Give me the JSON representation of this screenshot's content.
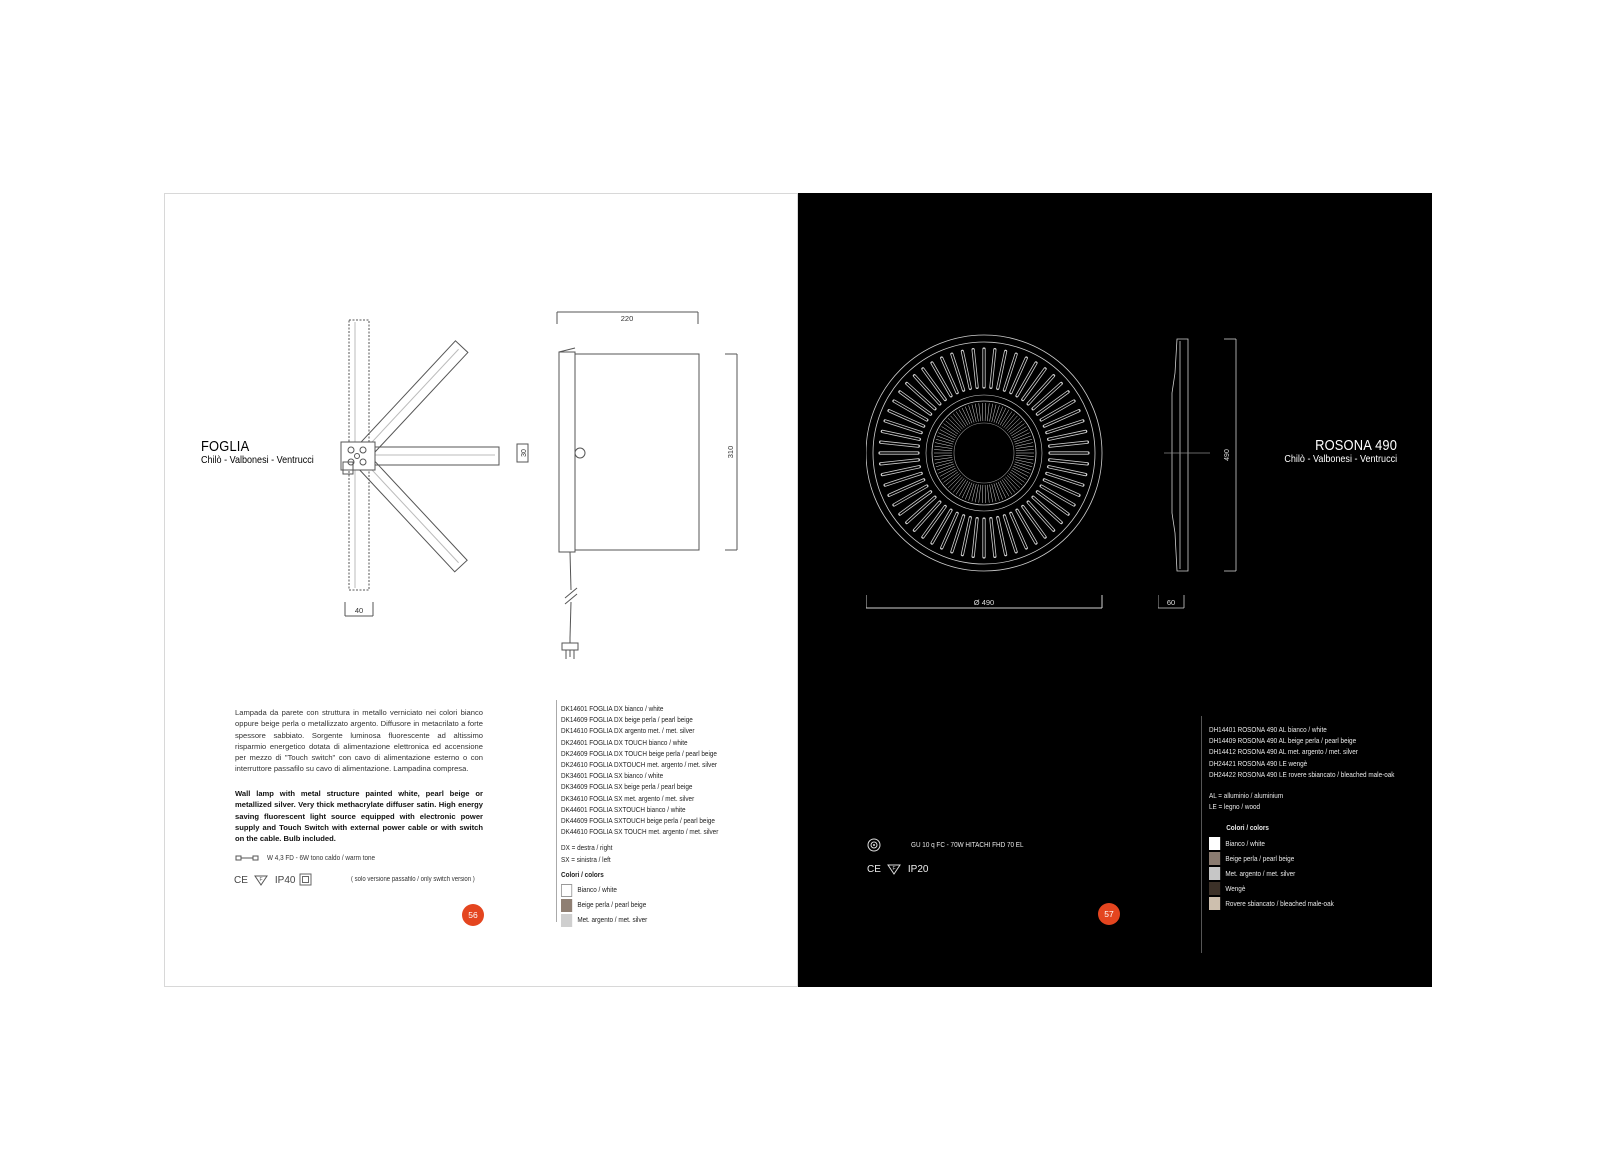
{
  "left": {
    "product_title": "FOGLIA",
    "designers": "Chilò - Valbonesi - Ventrucci",
    "dimensions": {
      "width": "220",
      "height": "310",
      "depth": "40",
      "mount": "30"
    },
    "description_it": "Lampada da parete con struttura in metallo verniciato nei colori bianco oppure beige perla o metallizzato argento. Diffusore in metacrilato a forte spessore sabbiato. Sorgente luminosa fluorescente ad altissimo risparmio energetico dotata di alimentazione elettronica ed accensione per mezzo di \"Touch switch\" con cavo di alimentazione esterno o con interruttore passafilo su cavo di alimentazione. Lampadina compresa.",
    "description_en": "Wall lamp with metal structure painted white, pearl beige or metallized silver. Very thick methacrylate diffuser satin. High energy saving fluorescent light source equipped with electronic power supply and Touch Switch with external power cable or with switch on the cable. Bulb included.",
    "bulb": "W 4,3 FD - 6W  tono caldo / warm tone",
    "ce": "CE",
    "ip": "IP40",
    "switch_note": "( solo versione passafilo / only switch version )",
    "page_number": "56",
    "codes": [
      "DK14601  FOGLIA DX bianco / white",
      "DK14609  FOGLIA DX beige perla / pearl beige",
      "DK14610  FOGLIA DX argento met. / met. silver",
      "DK24601  FOGLIA DX TOUCH bianco / white",
      "DK24609  FOGLIA DX TOUCH beige perla / pearl beige",
      "DK24610  FOGLIA DXTOUCH met. argento / met. silver",
      "DK34601  FOGLIA SX bianco / white",
      "DK34609  FOGLIA SX beige perla / pearl beige",
      "DK34610  FOGLIA SX met. argento / met. silver",
      "DK44601  FOGLIA SXTOUCH bianco / white",
      "DK44609  FOGLIA SXTOUCH beige perla / pearl beige",
      "DK44610  FOGLIA SX TOUCH met. argento / met. silver"
    ],
    "legend": [
      "DX = destra / right",
      "SX = sinistra / left"
    ],
    "colors_title": "Colori / colors",
    "colors": [
      {
        "label": "Bianco / white",
        "hex": "#ffffff"
      },
      {
        "label": "Beige perla / pearl beige",
        "hex": "#8f7f73"
      },
      {
        "label": "Met. argento / met. silver",
        "hex": "#cfcfcf"
      }
    ]
  },
  "right": {
    "product_title": "ROSONA 490",
    "designers": "Chilò - Valbonesi - Ventrucci",
    "dimensions": {
      "diameter": "Ø 490",
      "depth": "60",
      "height": "490"
    },
    "bulb": "GU 10 q FC - 70W HITACHI FHD 70 EL",
    "ce": "CE",
    "ip": "IP20",
    "page_number": "57",
    "codes": [
      "DH14401  ROSONA 490 AL bianco / white",
      "DH14409  ROSONA 490 AL beige perla / pearl beige",
      "DH14412  ROSONA 490 AL met. argento / met. silver",
      "DH24421  ROSONA 490 LE wengè",
      "DH24422  ROSONA 490 LE rovere sbiancato / bleached male-oak"
    ],
    "legend": [
      "AL = alluminio / aluminium",
      "LE = legno / wood"
    ],
    "colors_title": "Colori / colors",
    "colors": [
      {
        "label": "Bianco / white",
        "hex": "#ffffff"
      },
      {
        "label": "Beige perla / pearl beige",
        "hex": "#8a7b70"
      },
      {
        "label": "Met. argento / met. silver",
        "hex": "#c6c6c6"
      },
      {
        "label": "Wengè",
        "hex": "#3c3128"
      },
      {
        "label": "Rovere sbiancato / bleached male-oak",
        "hex": "#cdbfae"
      }
    ]
  }
}
